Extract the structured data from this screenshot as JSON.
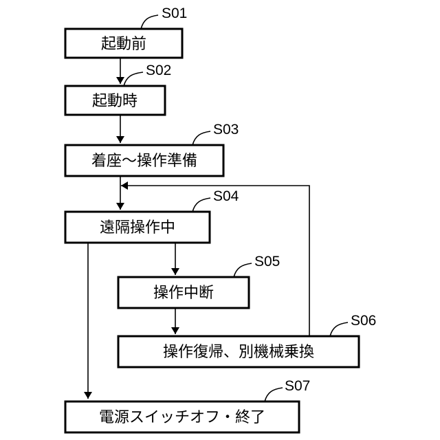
{
  "steps": [
    {
      "id": "S01",
      "label": "起動前"
    },
    {
      "id": "S02",
      "label": "起動時"
    },
    {
      "id": "S03",
      "label": "着座～操作準備"
    },
    {
      "id": "S04",
      "label": "遠隔操作中"
    },
    {
      "id": "S05",
      "label": "操作中断"
    },
    {
      "id": "S06",
      "label": "操作復帰、別機械乗換"
    },
    {
      "id": "S07",
      "label": "電源スイッチオフ・終了"
    }
  ]
}
